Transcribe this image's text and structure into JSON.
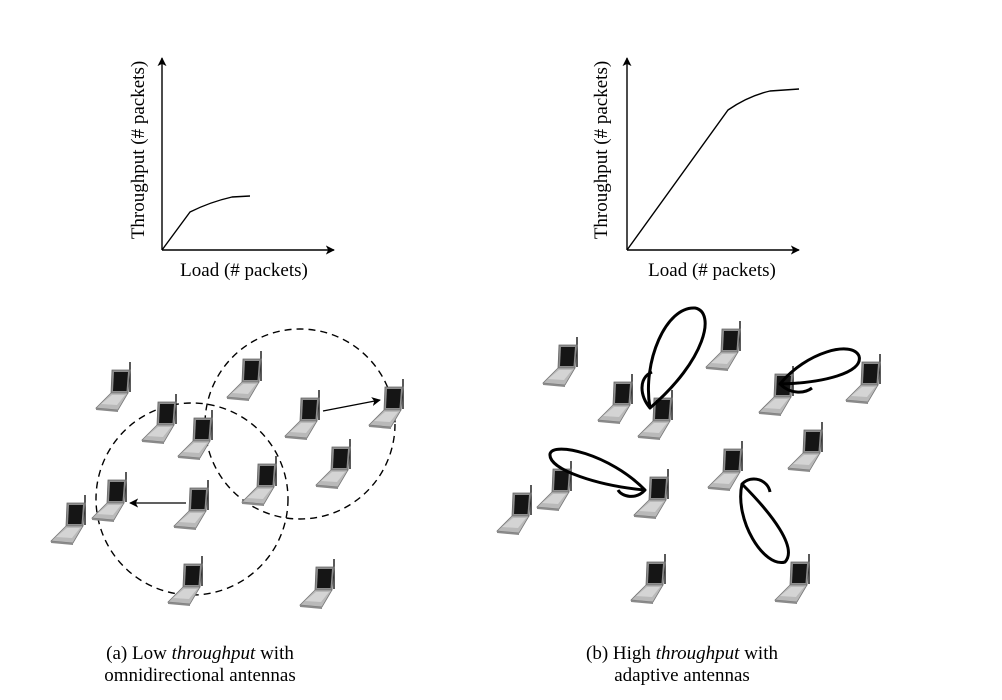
{
  "colors": {
    "ink": "#000000",
    "laptop_body": "#b4b4b4",
    "laptop_edge": "#7a7a7a",
    "screen": "#151515",
    "keyboard": "#d2d2d2",
    "background": "#ffffff"
  },
  "charts": [
    {
      "type": "line",
      "ylabel": "Throughput (# packets)",
      "xlabel": "Load (# packets)",
      "curve_shape": "linear rise then early saturation at a low level"
    },
    {
      "type": "line",
      "ylabel": "Throughput (# packets)",
      "xlabel": "Load (# packets)",
      "curve_shape": "long linear rise then saturation at a high level"
    }
  ],
  "captions": {
    "a": {
      "prefix": "(a) Low ",
      "emphasis": "throughput",
      "suffix": " with",
      "line2": "omnidirectional antennas"
    },
    "b": {
      "prefix": "(b) High ",
      "emphasis": "throughput",
      "suffix": " with",
      "line2": "adaptive antennas"
    }
  },
  "icons": {
    "laptop": "laptop-with-antenna-icon",
    "range": "dashed-coverage-circle",
    "beam": "directional-beam-lobe",
    "transmission": "arrow-icon"
  }
}
